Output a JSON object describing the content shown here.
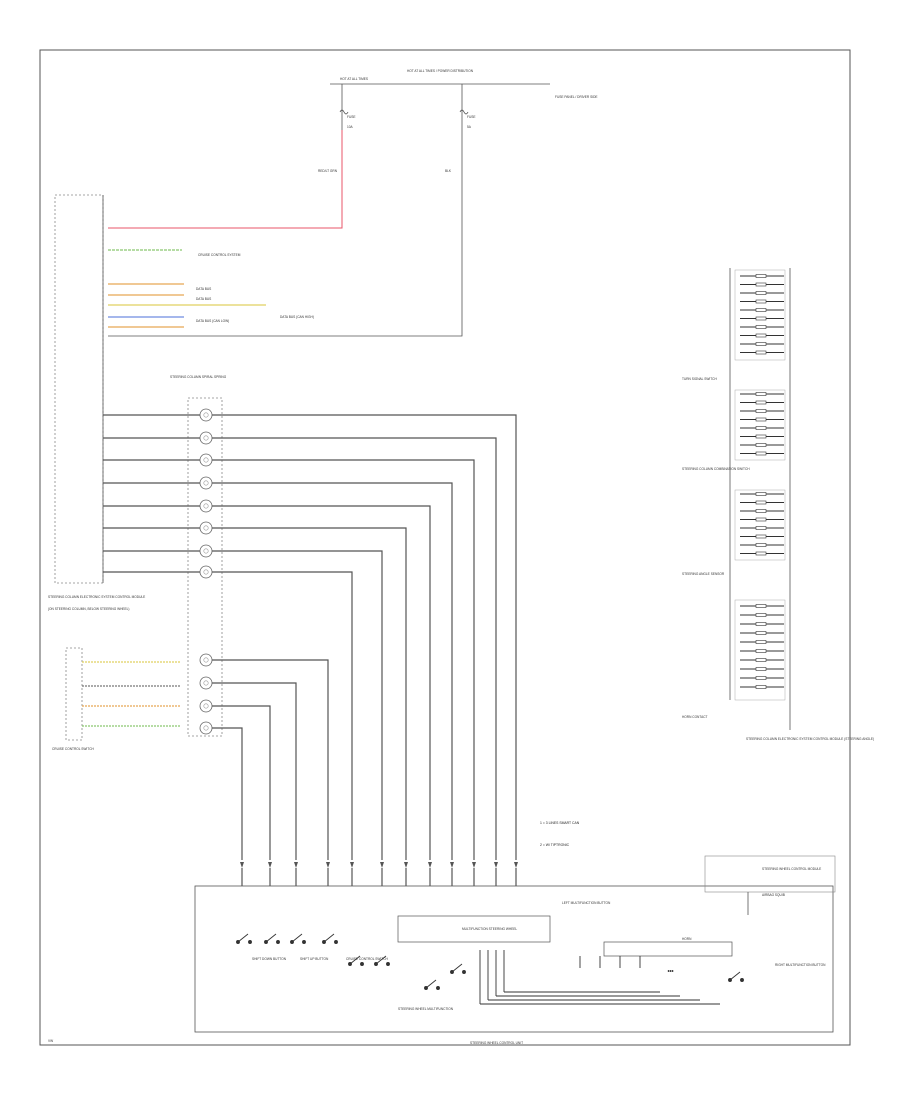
{
  "diagram": {
    "power_title": "HOT AT ALL TIMES / POWER DISTRIBUTION",
    "power_left": "HOT AT ALL TIMES",
    "fuse_a": "FUSE",
    "fuse_a_sub": "10A",
    "fuse_b": "FUSE",
    "fuse_b_sub": "5A",
    "power_right": "FUSE PANEL / DRIVER SIDE",
    "wire_a": "RED/LT GRN",
    "wire_b": "BLK",
    "left_module_label": "STEERING COLUMN ELECTRONIC SYSTEM CONTROL MODULE",
    "left_module_sub": "(ON STEERING COLUMN, BELOW STEERING WHEEL)",
    "cruise_label": "CRUISE CONTROL SYSTEM",
    "data_label_1": "DATA BUS",
    "data_label_2": "DATA BUS",
    "data_label_3": "DATA BUS (CAN LOW)",
    "data_label_4": "DATA BUS (CAN HIGH)",
    "clock_spring_label": "STEERING COLUMN SPIRAL SPRING",
    "cruise_switch_label": "CRUISE CONTROL SWITCH",
    "wiper_switch_label": "TURN SIGNAL SWITCH",
    "combination_switch_label": "STEERING COLUMN COMBINATION SWITCH",
    "steering_angle_label": "STEERING ANGLE SENSOR",
    "right_module_label": "STEERING COLUMN ELECTRONIC SYSTEM CONTROL MODULE (STEERING ANGLE)",
    "horn_label": "HORN CONTACT",
    "note1": "1 = 3 LINES SMART CAN",
    "note2": "2 = W/ TIPTRONIC",
    "bottom_module_label": "STEERING WHEEL CONTROL UNIT",
    "sw_a": "SHIFT DOWN BUTTON",
    "sw_b": "SHIFT UP BUTTON",
    "sw_c": "CRUISE CONTROL SWITCH",
    "sw_d": "STEERING WHEEL MULTIFUNCTION",
    "sw_e": "MULTIFUNCTION STEERING WHEEL",
    "sw_f": "LEFT MULTIFUNCTION BUTTON",
    "sw_g": "HORN",
    "sw_h": "STEERING WHEEL CONTROL MODULE",
    "sw_i": "AIRBAG SQUIB",
    "sw_j": "RIGHT MULTIFUNCTION BUTTON",
    "corner_tag": "VW"
  },
  "colors": {
    "wire": "#555555",
    "red_wire": "#e8556a",
    "green_wire": "#6db84b",
    "orange_wire": "#e0902a",
    "yellow_wire": "#d9c53a",
    "blue_wire": "#4b6fd9",
    "light_gray": "#cccccc"
  }
}
